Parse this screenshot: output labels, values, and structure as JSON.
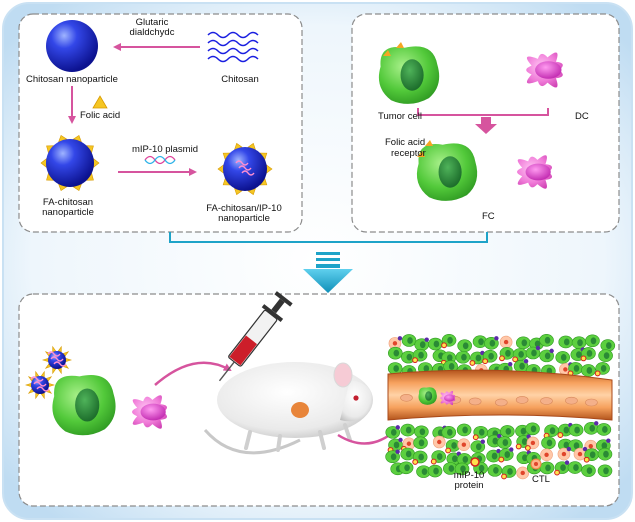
{
  "top_left_panel": {
    "glutaric_label_line1": "Glutaric",
    "glutaric_label_line2": "dialdchydc",
    "chitosan_nanoparticle_label": "Chitosan nanoparticle",
    "chitosan_label": "Chitosan",
    "folic_acid_label": "Folic acid",
    "plasmid_label": "mIP-10 plasmid",
    "fa_chitosan_line1": "FA-chitosan",
    "fa_chitosan_line2": "nanoparticle",
    "fa_ip10_line1": "FA-chitosan/IP-10",
    "fa_ip10_line2": "nanoparticle"
  },
  "top_right_panel": {
    "tumor_cell_label": "Tumor cell",
    "dc_label": "DC",
    "receptor_line1": "Folic acid",
    "receptor_line2": "receptor",
    "fc_label": "FC"
  },
  "bottom_panel": {
    "protein_line1": "mIP-10",
    "protein_line2": "protein",
    "ctl_label": "CTL"
  },
  "colors": {
    "background_outer": "#cfe6f6",
    "arrow_magenta": "#d6549e",
    "flow_arrow": "#1ea3c8",
    "tumor_green": "#55cc3a",
    "dc_pink": "#f07bd8",
    "nanoparticle_blue": "#1f2bd6",
    "folate_yellow": "#f5c623",
    "tissue_orange": "#e8853a"
  }
}
